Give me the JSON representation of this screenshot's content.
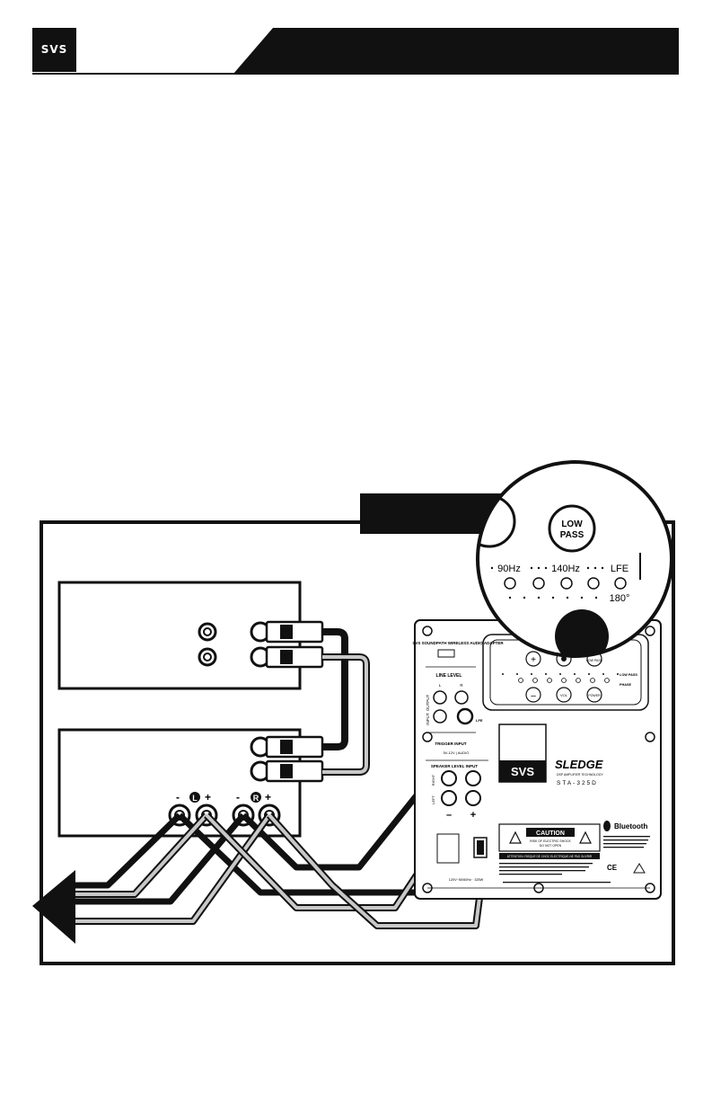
{
  "header": {
    "logo": "SVS",
    "title": ""
  },
  "diagram": {
    "callout_label": "",
    "zoom": {
      "low_pass": "LOW PASS",
      "freq_90": "90Hz",
      "freq_140": "140Hz",
      "lfe": "LFE",
      "phase_180": "180°"
    },
    "amp_panel": {
      "sound_path": "SVS SOUNDPATH WIRELESS AUDIO ADAPTER",
      "line_level": "LINE LEVEL",
      "output": "OUTPUT",
      "input": "INPUT",
      "l": "L",
      "r": "R",
      "lfe": "LFE",
      "trigger_input": "TRIGGER INPUT",
      "trigger_volt": "5V-12V | AUDIO",
      "speaker_level_input": "SPEAKER LEVEL INPUT",
      "right": "RIGHT",
      "left": "LEFT",
      "minus": "–",
      "plus": "+",
      "power_spec": "120V~50/60Hz · 325W",
      "low_pass": "LOW PASS",
      "phase": "PHASE",
      "btn_vol": "VOL",
      "btn_power": "POWER",
      "btn_low_pass": "LOW PASS",
      "brand": "SVS",
      "model_name": "SLEDGE",
      "model_sub": "DSP AMPLIFIER TECHNOLOGY",
      "model_code": "STA-325D",
      "caution": "CAUTION",
      "caution_sub1": "RISK OF ELECTRIC SHOCK",
      "caution_sub2": "DO NOT OPEN",
      "attention": "ATTENTION: RISQUE DE CHOC ELECTRIQUE-NE PAS OUVRIR",
      "bluetooth": "Bluetooth",
      "ce": "CE"
    },
    "receiver": {
      "left_label": "L",
      "right_label": "R",
      "minus": "-",
      "plus": "+"
    }
  }
}
